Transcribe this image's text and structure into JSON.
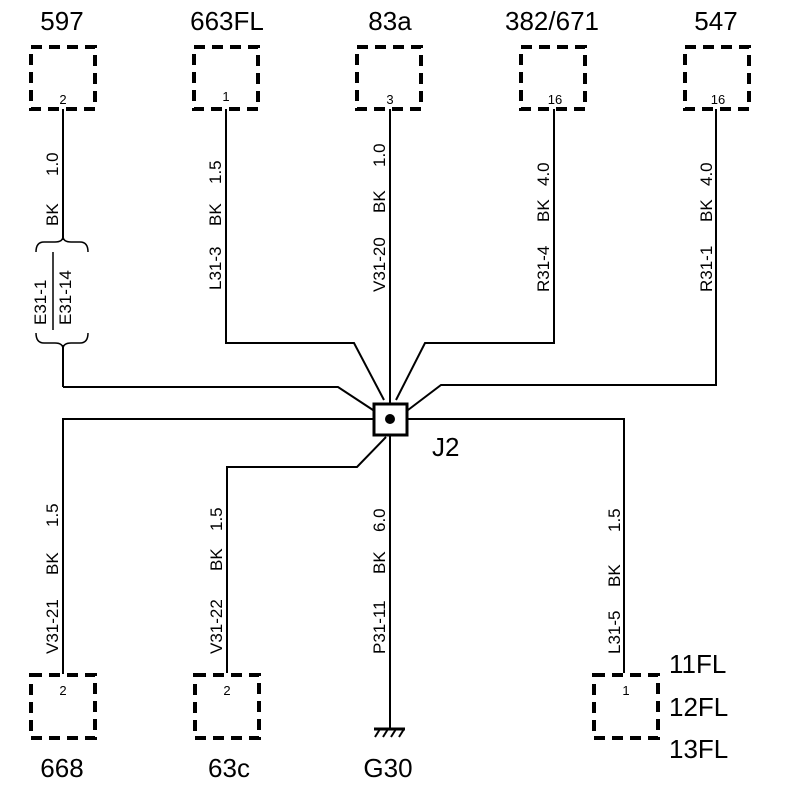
{
  "top_connectors": [
    {
      "label": "597",
      "pin": "2"
    },
    {
      "label": "663FL",
      "pin": "1"
    },
    {
      "label": "83a",
      "pin": "3"
    },
    {
      "label": "382/671",
      "pin": "16"
    },
    {
      "label": "547",
      "pin": "16"
    }
  ],
  "top_wires": [
    {
      "circuit_a": "E31-1",
      "circuit_b": "E31-14",
      "color": "BK",
      "gauge": "1.0"
    },
    {
      "circuit": "L31-3",
      "color": "BK",
      "gauge": "1.5"
    },
    {
      "circuit": "V31-20",
      "color": "BK",
      "gauge": "1.0"
    },
    {
      "circuit": "R31-4",
      "color": "BK",
      "gauge": "4.0"
    },
    {
      "circuit": "R31-1",
      "color": "BK",
      "gauge": "4.0"
    }
  ],
  "splice": {
    "label": "J2"
  },
  "bottom_wires": [
    {
      "circuit": "V31-21",
      "color": "BK",
      "gauge": "1.5"
    },
    {
      "circuit": "V31-22",
      "color": "BK",
      "gauge": "1.5"
    },
    {
      "circuit": "P31-11",
      "color": "BK",
      "gauge": "6.0"
    },
    {
      "circuit": "L31-5",
      "color": "BK",
      "gauge": "1.5"
    }
  ],
  "bottom_connectors": [
    {
      "label": "668",
      "pin": "2"
    },
    {
      "label": "63c",
      "pin": "2"
    },
    {
      "label": "11FL",
      "label2": "12FL",
      "label3": "13FL",
      "pin": "1"
    }
  ],
  "ground": {
    "label": "G30"
  }
}
